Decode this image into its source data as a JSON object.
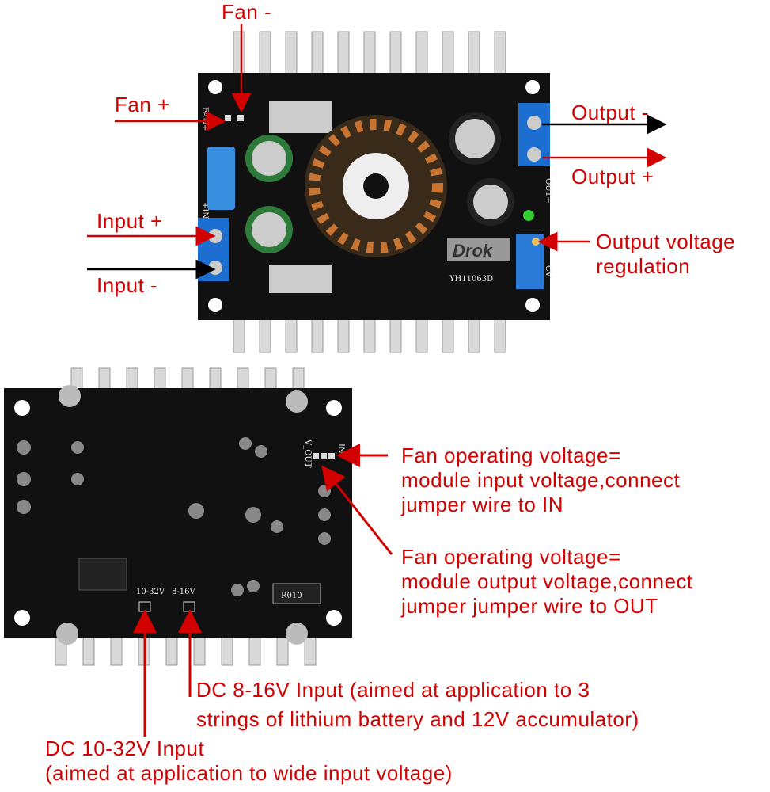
{
  "top_board": {
    "brand": "Drok",
    "model": "YH11063D",
    "pcb_marks": [
      "FAN+",
      "+IN",
      "OUT+",
      "CV"
    ],
    "labels": {
      "fan_minus": "Fan -",
      "fan_plus": "Fan +",
      "output_minus": "Output -",
      "output_plus": "Output +",
      "input_plus": "Input +",
      "input_minus": "Input -",
      "regulation_line1": "Output voltage",
      "regulation_line2": "regulation"
    }
  },
  "bottom_board": {
    "pcb_marks": {
      "v_out": "V_OUT",
      "in": "IN",
      "v1032": "10-32V",
      "v816": "8-16V",
      "resistor": "R010"
    },
    "fan_in": [
      "Fan operating voltage=",
      "module input voltage,connect",
      "jumper wire to IN"
    ],
    "fan_out": [
      "Fan operating voltage=",
      "module output voltage,connect",
      "jumper jumper  wire to OUT"
    ],
    "dc816": [
      "DC 8-16V Input (aimed at application to 3",
      "strings of lithium battery and 12V accumulator)"
    ],
    "dc1032": [
      "DC 10-32V Input",
      "(aimed at application to wide input voltage)"
    ]
  },
  "colors": {
    "annotation": "#d30000",
    "pcb": "#111111",
    "heatsink": "#d9d9d9",
    "terminal": "#1c6fd1"
  }
}
